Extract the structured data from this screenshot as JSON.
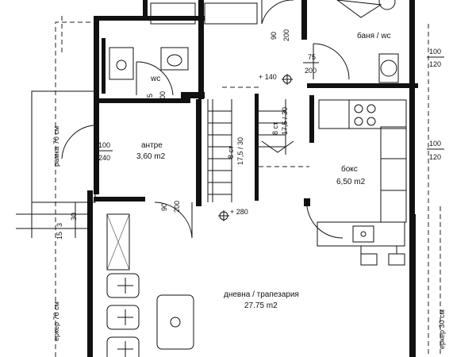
{
  "rooms": {
    "bath_top": "баня / wc",
    "wc": "wc",
    "entry_name": "антре",
    "entry_area": "3,60 m2",
    "box_name": "бокс",
    "box_area": "6,50 m2",
    "living_name": "дневна / трапезария",
    "living_area": "27.75 m2"
  },
  "dims": {
    "d90_200_top": [
      "90",
      "200"
    ],
    "d75_200_right": [
      "75",
      "200"
    ],
    "d100_120_a": [
      "100",
      "120"
    ],
    "d100_120_b": [
      "100",
      "120"
    ],
    "d75_200_wc": [
      "75",
      "200"
    ],
    "d100_240": [
      "100",
      "240"
    ],
    "d90_200_entry": [
      "90",
      "200"
    ],
    "elev_140": "+ 140",
    "elev_280": "+ 280",
    "stairs_right": [
      "8 ст",
      "17,5 / 30"
    ],
    "stairs_left": [
      "8 ст",
      "17,5 / 30"
    ],
    "d3_15_30": [
      "3",
      "15",
      "30"
    ],
    "frame_70": "рамка 70 см",
    "bay_70": "еркер 70 см",
    "bay_30": "еркер 30 см"
  }
}
